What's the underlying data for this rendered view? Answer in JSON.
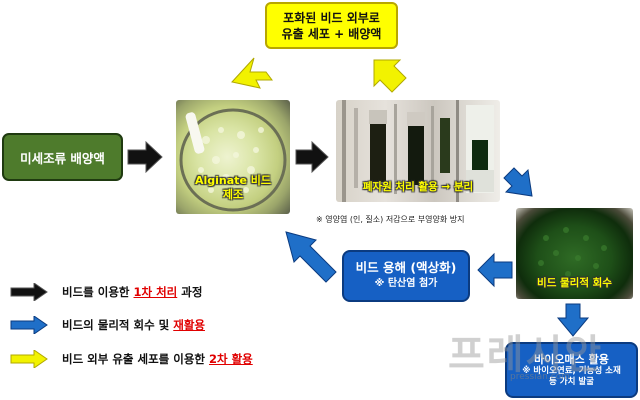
{
  "top_box": {
    "line1": "포화된 비드 외부로",
    "line2": "유출 세포 + 배양액"
  },
  "culture_box": {
    "label": "미세조류 배양액"
  },
  "alginate_photo": {
    "line1": "Alginate 비드",
    "line2": "제조"
  },
  "reactor_photo": {
    "label": "폐자원 처리 활용 → 분리"
  },
  "reactor_note": "※ 영양염 (인, 질소) 저감으로 부영양화 방지",
  "beads_photo": {
    "label": "비드 물리적 회수"
  },
  "dissolve_box": {
    "title": "비드 용해 (액상화)",
    "sub": "※ 탄산염 첨가"
  },
  "biomass_box": {
    "title": "바이오매스 활용",
    "sub1": "※ 바이오연료, 기능성 소재",
    "sub2": "등 가치 발굴"
  },
  "legend": [
    {
      "arrow_color": "#111111",
      "pre": "비드를 이용한 ",
      "highlight": "1차 처리",
      "post": " 과정"
    },
    {
      "arrow_color": "#1f6fc8",
      "pre": "비드의 물리적 회수 및 ",
      "highlight": "재활용",
      "post": ""
    },
    {
      "arrow_color": "#f2f200",
      "pre": "비드 외부 유출 세포를 이용한 ",
      "highlight": "2차 활용",
      "post": ""
    }
  ],
  "watermark": {
    "text": "프레시안",
    "url": "pressian.com"
  },
  "colors": {
    "yellow": "#ffff00",
    "green": "#4e7b2c",
    "blue": "#1660c4",
    "red": "#e00000"
  }
}
